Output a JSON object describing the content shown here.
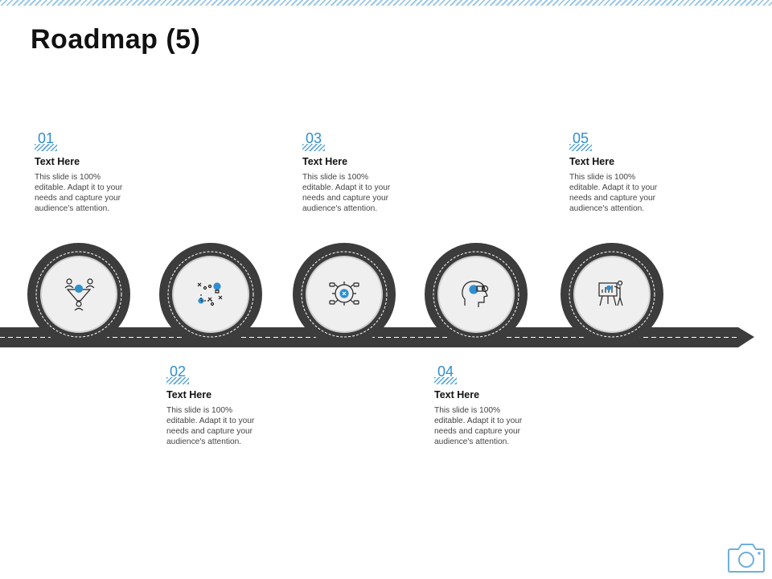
{
  "title": "Roadmap (5)",
  "colors": {
    "accent": "#2e8fcf",
    "road": "#3c3c3c",
    "wheel_inner": "#efefef"
  },
  "steps": [
    {
      "number": "01",
      "heading": "Text Here",
      "body": "This slide is 100% editable.  Adapt it to your needs and capture your audience's attention.",
      "icon": "idea-people-icon"
    },
    {
      "number": "02",
      "heading": "Text Here",
      "body": "This slide is 100% editable.  Adapt it to your needs and capture your audience's attention.",
      "icon": "strategy-bulb-icon"
    },
    {
      "number": "03",
      "heading": "Text Here",
      "body": "This slide is 100% editable.  Adapt it to your needs and capture your audience's attention.",
      "icon": "gear-network-icon"
    },
    {
      "number": "04",
      "heading": "Text Here",
      "body": "This slide is 100% editable.  Adapt it to your needs and capture your audience's attention.",
      "icon": "head-money-icon"
    },
    {
      "number": "05",
      "heading": "Text Here",
      "body": "This slide is 100% editable.  Adapt it to your needs and capture your audience's attention.",
      "icon": "presentation-icon"
    }
  ]
}
